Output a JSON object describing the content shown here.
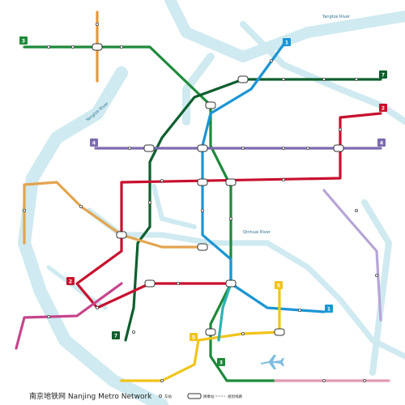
{
  "title": "南京地铁网 Nanjing Metro Network",
  "rivers": {
    "yangtze_top": "Yangtze River",
    "yangtze_left": "Yangtze River",
    "qinhuai": "Qinhuai River"
  },
  "legend": {
    "station": "车站",
    "transfer": "换乘站",
    "planned": "规划线路"
  },
  "lines": [
    {
      "id": "1",
      "color": "#1c95d4"
    },
    {
      "id": "2",
      "color": "#c8102e"
    },
    {
      "id": "3",
      "color": "#1e8a3a"
    },
    {
      "id": "4",
      "color": "#7d6bb0"
    },
    {
      "id": "5",
      "color": "#f0c419"
    },
    {
      "id": "7",
      "color": "#0f5f2e"
    },
    {
      "id": "10",
      "color": "#e3a450"
    },
    {
      "id": "S1",
      "color": "#2bb3b3"
    },
    {
      "id": "S3",
      "color": "#c6458c"
    },
    {
      "id": "S7",
      "color": "#e29bb3"
    },
    {
      "id": "S8",
      "color": "#e49a3c"
    },
    {
      "id": "S9",
      "color": "#f3a65a"
    },
    {
      "id": "S6",
      "color": "#b6a5d6"
    }
  ],
  "badges": [
    {
      "text": "3",
      "color": "#1e8a3a"
    },
    {
      "text": "1",
      "color": "#1c95d4"
    },
    {
      "text": "7",
      "color": "#0f5f2e"
    },
    {
      "text": "2",
      "color": "#c8102e"
    },
    {
      "text": "4",
      "color": "#7d6bb0"
    },
    {
      "text": "4",
      "color": "#7d6bb0"
    },
    {
      "text": "2",
      "color": "#c8102e"
    },
    {
      "text": "5",
      "color": "#f0c419"
    },
    {
      "text": "1",
      "color": "#1c95d4"
    },
    {
      "text": "5",
      "color": "#f0c419"
    },
    {
      "text": "3",
      "color": "#1e8a3a"
    },
    {
      "text": "7",
      "color": "#0f5f2e"
    }
  ],
  "icons": {
    "airport": "airplane-icon"
  }
}
